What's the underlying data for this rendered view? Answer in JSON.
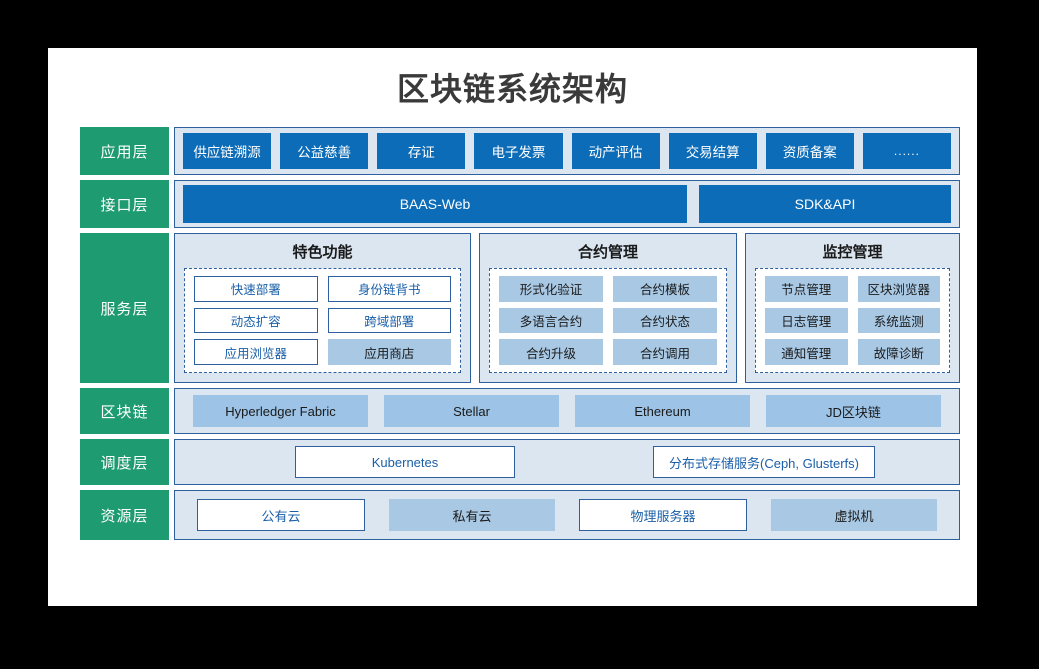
{
  "page": {
    "title": "区块链系统架构",
    "panel_background": "#ffffff",
    "outer_background": "#000000"
  },
  "colors": {
    "layer_label_green": "#1f9b72",
    "primary_blue": "#0c6cb8",
    "row_background": "#dce6f1",
    "row_border": "#2e5f9e",
    "chip_fill_blue": "#a8c8e4",
    "chain_fill_blue": "#9dc3e6",
    "chip_text_blue": "#1a5fa8",
    "title_text": "#3a3a3a"
  },
  "layers": [
    {
      "key": "application",
      "label": "应用层",
      "items": [
        {
          "text": "供应链溯源",
          "style": "solid-blue"
        },
        {
          "text": "公益慈善",
          "style": "solid-blue"
        },
        {
          "text": "存证",
          "style": "solid-blue"
        },
        {
          "text": "电子发票",
          "style": "solid-blue"
        },
        {
          "text": "动产评估",
          "style": "solid-blue"
        },
        {
          "text": "交易结算",
          "style": "solid-blue"
        },
        {
          "text": "资质备案",
          "style": "solid-blue"
        },
        {
          "text": "......",
          "style": "solid-blue"
        }
      ]
    },
    {
      "key": "interface",
      "label": "接口层",
      "items": [
        {
          "text": "BAAS-Web",
          "style": "solid-blue"
        },
        {
          "text": "SDK&API",
          "style": "solid-blue"
        }
      ]
    },
    {
      "key": "service",
      "label": "服务层",
      "groups": [
        {
          "title": "特色功能",
          "items": [
            {
              "text": "快速部署",
              "style": "outline"
            },
            {
              "text": "身份链背书",
              "style": "outline"
            },
            {
              "text": "动态扩容",
              "style": "outline"
            },
            {
              "text": "跨域部署",
              "style": "outline"
            },
            {
              "text": "应用浏览器",
              "style": "outline"
            },
            {
              "text": "应用商店",
              "style": "filled"
            }
          ]
        },
        {
          "title": "合约管理",
          "items": [
            {
              "text": "形式化验证",
              "style": "filled"
            },
            {
              "text": "合约模板",
              "style": "filled"
            },
            {
              "text": "多语言合约",
              "style": "filled"
            },
            {
              "text": "合约状态",
              "style": "filled"
            },
            {
              "text": "合约升级",
              "style": "filled"
            },
            {
              "text": "合约调用",
              "style": "filled"
            }
          ]
        },
        {
          "title": "监控管理",
          "items": [
            {
              "text": "节点管理",
              "style": "filled"
            },
            {
              "text": "区块浏览器",
              "style": "filled"
            },
            {
              "text": "日志管理",
              "style": "filled"
            },
            {
              "text": "系统监测",
              "style": "filled"
            },
            {
              "text": "通知管理",
              "style": "filled"
            },
            {
              "text": "故障诊断",
              "style": "filled"
            }
          ]
        }
      ]
    },
    {
      "key": "blockchain",
      "label": "区块链",
      "items": [
        {
          "text": "Hyperledger Fabric",
          "style": "filled"
        },
        {
          "text": "Stellar",
          "style": "filled"
        },
        {
          "text": "Ethereum",
          "style": "filled"
        },
        {
          "text": "JD区块链",
          "style": "filled"
        }
      ]
    },
    {
      "key": "scheduling",
      "label": "调度层",
      "items": [
        {
          "text": "Kubernetes",
          "style": "outline"
        },
        {
          "text": "分布式存储服务(Ceph, Glusterfs)",
          "style": "outline"
        }
      ]
    },
    {
      "key": "resource",
      "label": "资源层",
      "items": [
        {
          "text": "公有云",
          "style": "outline"
        },
        {
          "text": "私有云",
          "style": "filled"
        },
        {
          "text": "物理服务器",
          "style": "outline"
        },
        {
          "text": "虚拟机",
          "style": "filled"
        }
      ]
    }
  ]
}
